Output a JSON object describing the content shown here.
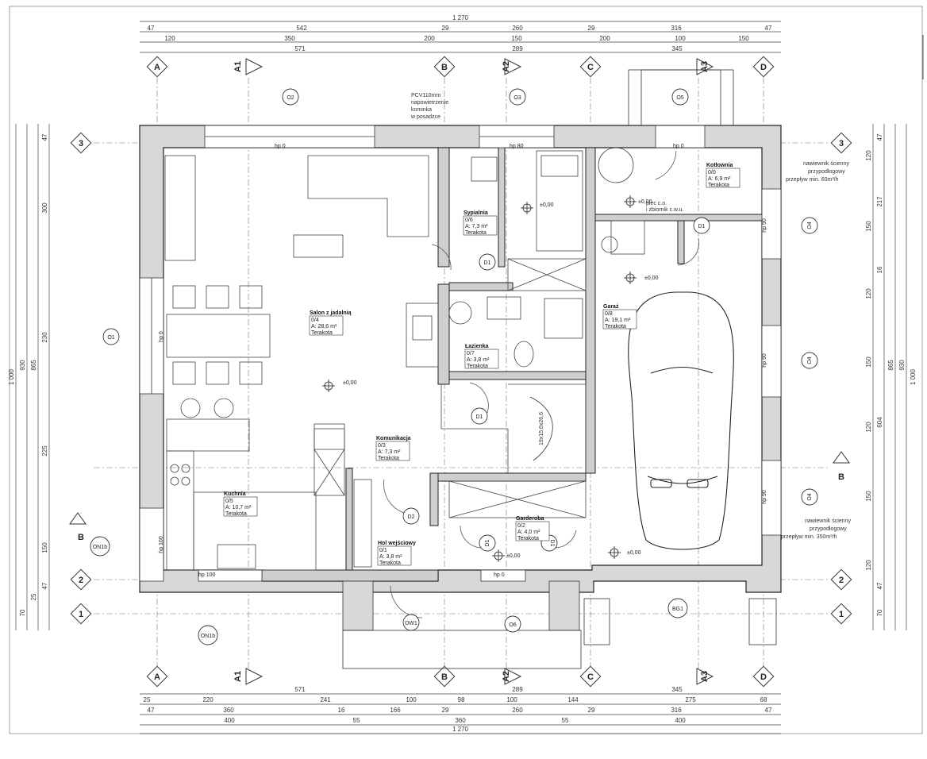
{
  "dims": {
    "total": "1 270",
    "top_row1": [
      "47",
      "542",
      "29",
      "260",
      "29",
      "316",
      "47"
    ],
    "top_row2": [
      "120",
      "350",
      "200",
      "150",
      "200",
      "100",
      "150"
    ],
    "top_row3": [
      "571",
      "289",
      "345"
    ],
    "bot_row1": [
      "571",
      "289",
      "345"
    ],
    "bot_row2": [
      "25",
      "220",
      "241",
      "100",
      "98",
      "100",
      "144",
      "275",
      "68"
    ],
    "bot_row3": [
      "47",
      "360",
      "16",
      "166",
      "29",
      "260",
      "29",
      "316",
      "47"
    ],
    "bot_row4": [
      "400",
      "55",
      "360",
      "55",
      "400"
    ],
    "left_outer": "1 000",
    "left_mid": [
      "930",
      "865"
    ],
    "left_a": [
      "47",
      "300",
      "230",
      "225",
      "150",
      "47",
      "25",
      "70"
    ],
    "right_outer": "1 000",
    "right_mid": [
      "930",
      "865"
    ],
    "right_a": [
      "47",
      "120",
      "217",
      "150",
      "16",
      "120",
      "150",
      "120",
      "604",
      "150",
      "120",
      "47",
      "70"
    ]
  },
  "axes": {
    "A": "A",
    "A1": "A1",
    "B": "B",
    "A2": "A2",
    "C": "C",
    "A3": "A3",
    "D": "D",
    "r1": "1",
    "r2": "2",
    "r3": "3"
  },
  "rooms": [
    {
      "name": "Salon z jadalnią",
      "no": "0/4",
      "area": "A: 28,6 m²",
      "floor": "Terakota"
    },
    {
      "name": "Sypialnia",
      "no": "0/6",
      "area": "A: 7,3 m²",
      "floor": "Terakota"
    },
    {
      "name": "Łazienka",
      "no": "0/7",
      "area": "A: 3,8 m²",
      "floor": "Terakota"
    },
    {
      "name": "Kotłownia",
      "no": "0/0",
      "area": "A: 6,9 m²",
      "floor": "Terakota"
    },
    {
      "name": "Garaż",
      "no": "0/8",
      "area": "A: 19,1 m²",
      "floor": "Terakota"
    },
    {
      "name": "Komunikacja",
      "no": "0/3",
      "area": "A: 7,3 m²",
      "floor": "Terakota"
    },
    {
      "name": "Kuchnia",
      "no": "0/5",
      "area": "A: 10,7 m²",
      "floor": "Terakota"
    },
    {
      "name": "Garderoba",
      "no": "0/2",
      "area": "A: 4,0 m²",
      "floor": "Terakota"
    },
    {
      "name": "Hol wejściowy",
      "no": "0/1",
      "area": "A: 3,8 m²",
      "floor": "Terakota"
    }
  ],
  "notes": {
    "pcv": [
      "PCV110mm",
      "napowietrzenie",
      "kominka",
      "w posadzce"
    ],
    "vent1": [
      "nawiewnik ścienny",
      "przypodłogowy",
      "przepływ min. 60m³/h"
    ],
    "vent2": [
      "nawiewnik ścienny",
      "przypodłogowy",
      "przepływ min. 350m³/h"
    ],
    "boiler": [
      "piec c.o.",
      "i zbiornik c.w.u."
    ],
    "stairs": "19x15,6x26,6"
  },
  "levels": {
    "l0": "±0,00"
  },
  "tags": {
    "O2": "O2",
    "O3": "O3",
    "O5": "O5",
    "O1": "O1",
    "O4": "O4",
    "O6": "O6",
    "D1": "D1",
    "D2": "D2",
    "DW1": "DW1",
    "ON1b": "ON1b",
    "BG1": "BG1"
  },
  "hp": {
    "h0": "hp 0",
    "h80": "hp 80",
    "h90": "hp 90",
    "h100": "hp 100"
  }
}
